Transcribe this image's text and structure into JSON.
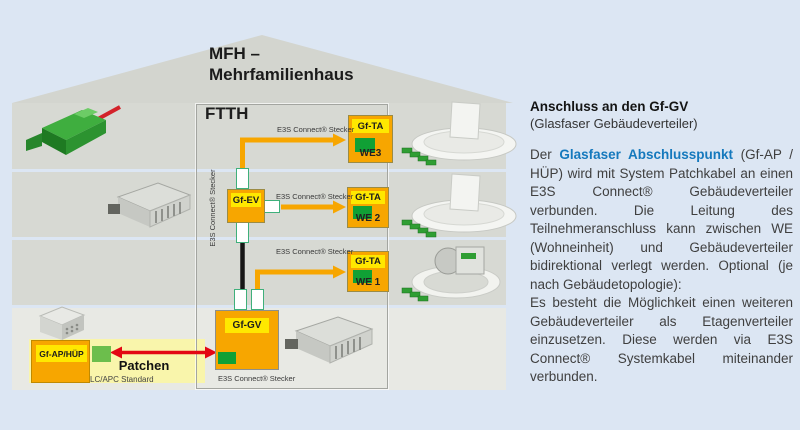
{
  "diagram": {
    "title_line1": "MFH –",
    "title_line2": "Mehrfamilienhaus",
    "ftth": "FTTH",
    "connector_label": "E3S Connect® Stecker",
    "floors": [
      {
        "box": "Gf-TA",
        "unit": "WE3"
      },
      {
        "box": "Gf-TA",
        "unit": "WE 2"
      },
      {
        "box": "Gf-TA",
        "unit": "WE 1"
      }
    ],
    "ev_label": "Gf-EV",
    "gv_label": "Gf-GV",
    "ap_label": "Gf-AP/HÜP",
    "patch_label": "Patchen",
    "patch_standard": "LC/APC Standard"
  },
  "sidebar": {
    "heading": "Anschluss an den Gf-GV",
    "subheading": "(Glasfaser Gebäudeverteiler)",
    "p1_before": "Der ",
    "p1_highlight": "Glasfaser Abschlusspunkt",
    "p1_after": " (Gf-AP / HÜP) wird mit System Patchkabel an einen E3S Connect® Gebäudeverteiler verbunden. Die Leitung des Teilnehmeranschluss kann zwischen WE (Wohneinheit) und Gebäudeverteiler bidirektional verlegt werden. Optional (je nach Gebäudetopologie):",
    "p2": "Es besteht die Möglichkeit einen weiteren Gebäudeverteiler als Etagenverteiler einzusetzen. Diese werden via E3S Connect® Systemkabel miteinander verbunden."
  },
  "colors": {
    "box_orange": "#F7A600",
    "label_yellow": "#FFE800",
    "port_green": "#10A035",
    "patch_green": "#6CBE4C",
    "arrow_red": "#E30613",
    "highlight_blue": "#1579BD",
    "band_gray": "#d7d9d3",
    "background_blue": "#dce6f3"
  }
}
